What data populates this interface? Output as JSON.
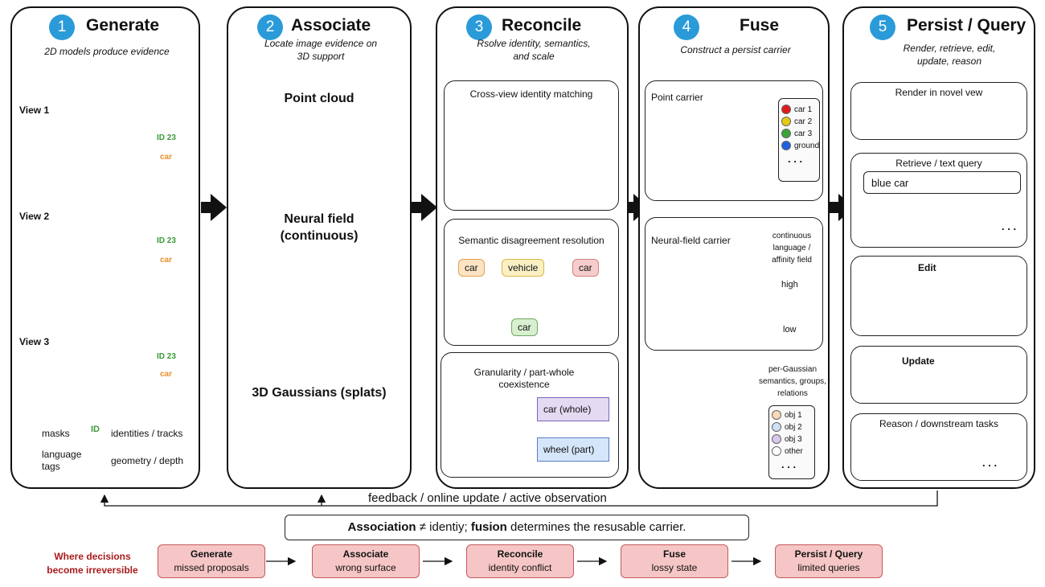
{
  "panels": [
    {
      "num": "1",
      "title": "Generate",
      "subtitle": "2D models produce evidence"
    },
    {
      "num": "2",
      "title": "Associate",
      "subtitle": "Locate image evidence on 3D support"
    },
    {
      "num": "3",
      "title": "Reconcile",
      "subtitle": "Rsolve identity, semantics, and scale"
    },
    {
      "num": "4",
      "title": "Fuse",
      "subtitle": "Construct a persist carrier"
    },
    {
      "num": "5",
      "title": "Persist / Query",
      "subtitle": "Render, retrieve, edit, update, reason"
    }
  ],
  "generate": {
    "views": [
      "View 1",
      "View 2",
      "View 3"
    ],
    "tag_id": "ID 23",
    "tag_car": "car",
    "legend": {
      "masks": "masks",
      "identities": "identities / tracks",
      "language": "language tags",
      "geometry": "geometry / depth",
      "id_icon": "ID"
    }
  },
  "associate": {
    "point_cloud": "Point cloud",
    "neural_field": "Neural field (continuous)",
    "gaussians": "3D Gaussians (splats)"
  },
  "reconcile": {
    "identity_title": "Cross-view identity matching",
    "semantic_title": "Semantic disagreement resolution",
    "tags": [
      "car",
      "vehicle",
      "car"
    ],
    "resolved": "car",
    "granularity_title": "Granularity / part-whole coexistence",
    "whole": "car (whole)",
    "part": "wheel (part)"
  },
  "fuse": {
    "point_title": "Point carrier",
    "point_legend": [
      "car 1",
      "car 2",
      "car 3",
      "ground"
    ],
    "point_legend_colors": [
      "#e01b1b",
      "#e8c915",
      "#3aa33a",
      "#1f5fe0"
    ],
    "ellipsis": ". . .",
    "neural_title": "Neural-field carrier",
    "neural_caption": "continuous language / affinity field",
    "high": "high",
    "low": "low",
    "gauss_caption": "per-Gaussian semantics, groups, relations",
    "gauss_legend": [
      "obj 1",
      "obj 2",
      "obj 3",
      "other"
    ],
    "gauss_legend_colors": [
      "#f8d9b8",
      "#cfe0f5",
      "#d8c8ec",
      "#ffffff"
    ]
  },
  "persist": {
    "render_title": "Render in novel vew",
    "retrieve_title": "Retrieve / text query",
    "query": "blue car",
    "ellipsis": ". . .",
    "edit_title": "Edit",
    "update_title": "Update",
    "reason_title": "Reason / downstream tasks"
  },
  "feedback": "feedback / online update / active observation",
  "statement": {
    "part1": "Association",
    "part2": " ≠ identiy; ",
    "part3": "fusion",
    "part4": " determines the resusable carrier."
  },
  "decisions": {
    "label": "Where decisions become irreversible",
    "stages": [
      {
        "title": "Generate",
        "sub": "missed proposals"
      },
      {
        "title": "Associate",
        "sub": "wrong surface"
      },
      {
        "title": "Reconcile",
        "sub": "identity conflict"
      },
      {
        "title": "Fuse",
        "sub": "lossy state"
      },
      {
        "title": "Persist / Query",
        "sub": "limited queries"
      }
    ]
  }
}
